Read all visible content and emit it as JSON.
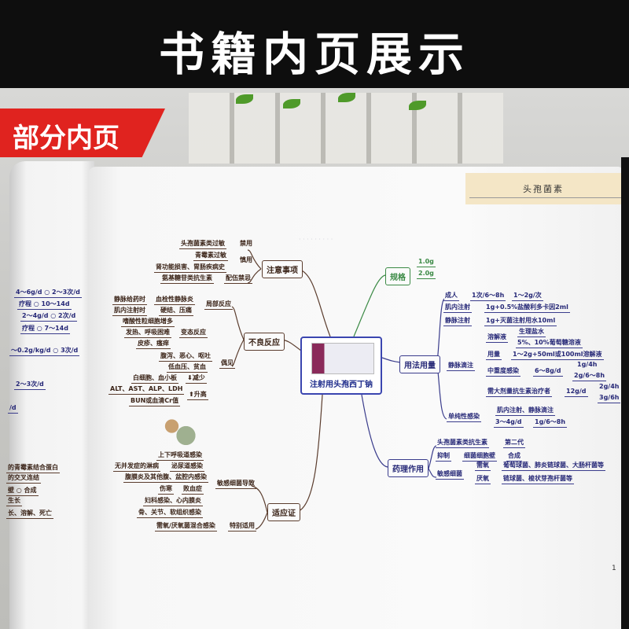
{
  "banner_title": "书籍内页展示",
  "badge": "部分内页",
  "page_header": "头孢菌素",
  "page_number": "1",
  "colors": {
    "badge": "#e0231f",
    "left_branch": "#5b3d2e",
    "right_branch": "#3a3c8c",
    "spec_branch": "#3b8a45",
    "center_border": "#3b46b0",
    "header_bg": "#f4e6c6"
  },
  "center": "注射用头孢西丁钠",
  "branches": {
    "precautions": "注意事项",
    "adverse": "不良反应",
    "indications": "适应证",
    "spec": "规格",
    "usage": "用法用量",
    "pharmacology": "药理作用"
  },
  "precautions": [
    "头孢菌素类过敏",
    "禁用",
    "青霉素过敏",
    "慎用",
    "肾功能损害、胃肠疾病史",
    "氨基糖苷类抗生素",
    "配伍禁忌"
  ],
  "adverse": [
    "静脉给药时",
    "血栓性静脉炎",
    "肌内注射时",
    "硬结、压痛",
    "局部反应",
    "嗜酸性粒细胞增多",
    "发热、呼吸困难",
    "变态反应",
    "皮疹、瘙痒",
    "腹泻、恶心、呕吐",
    "低血压、贫血",
    "偶见",
    "白细胞、血小板",
    "⬇减少",
    "ALT、AST、ALP、LDH",
    "BUN或血清Cr值",
    "⬆升高"
  ],
  "indications": [
    "上下呼吸道感染",
    "无并发症的淋病",
    "泌尿道感染",
    "腹膜炎及其他腹、盆腔内感染",
    "伤寒",
    "败血症",
    "妇科感染、心内膜炎",
    "骨、关节、软组织感染",
    "敏感细菌导致",
    "需氧/厌氧菌混合感染",
    "特别适用"
  ],
  "spec": [
    "1.0g",
    "2.0g"
  ],
  "usage": [
    "成人",
    "1次/6～8h",
    "1～2g/次",
    "肌内注射",
    "1g+0.5%盐酸利多卡因2ml",
    "静脉注射",
    "1g+灭菌注射用水10ml",
    "溶解液",
    "生理盐水",
    "5%、10%葡萄糖溶液",
    "用量",
    "1～2g+50ml或100ml溶解液",
    "静脉滴注",
    "中重度感染",
    "6～8g/d",
    "1g/4h",
    "2g/6～8h",
    "需大剂量抗生素治疗者",
    "12g/d",
    "2g/4h",
    "3g/6h",
    "单纯性感染",
    "肌内注射、静脉滴注",
    "3～4g/d",
    "1g/6～8h"
  ],
  "pharmacology": [
    "头孢菌素类抗生素",
    "第二代",
    "抑制",
    "细菌细胞壁",
    "合成",
    "敏感细菌",
    "需氧",
    "葡萄球菌、肺炎链球菌、大肠杆菌等",
    "厌氧",
    "链球菌、梭状芽孢杆菌等"
  ],
  "left_page": [
    "4～6g/d ○ 2～3次/d",
    "疗程 ○ 10～14d",
    "2～4g/d ○ 2次/d",
    "疗程 ○ 7～14d",
    "～0.2g/kg/d ○ 3次/d",
    "2～3次/d",
    "/d",
    "的青霉素结合蛋白",
    "的交叉连结",
    "壁 ○ 合成",
    "生长",
    "长、溶解、死亡"
  ]
}
